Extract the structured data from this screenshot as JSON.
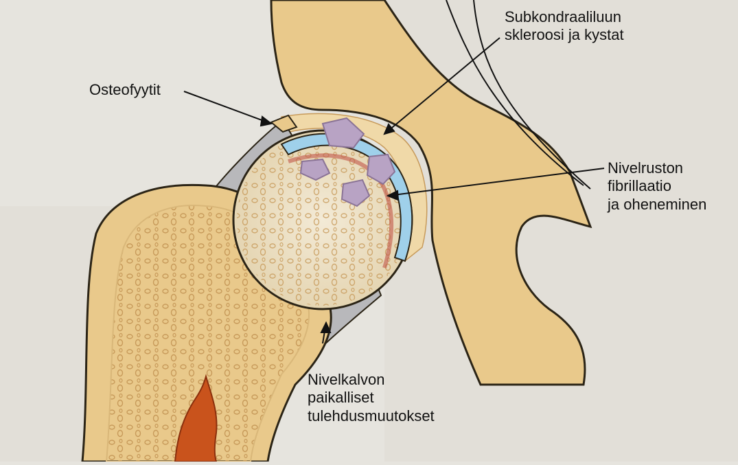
{
  "labels": {
    "osteophytes": "Osteofyytit",
    "subchondral_line1": "Subkondraaliluun",
    "subchondral_line2": "skleroosi ja kystat",
    "cartilage_line1": "Nivelruston",
    "cartilage_line2": "fibrillaatio",
    "cartilage_line3": "ja oheneminen",
    "synovium_line1": "Nivelkalvon",
    "synovium_line2": "paikalliset",
    "synovium_line3": "tulehdusmuutokset"
  },
  "colors": {
    "page_bg": "#e6e4de",
    "bone": "#e9c98b",
    "bone_outline": "#2b2416",
    "cartilage": "#9fd0ea",
    "capsule": "#b8b8bb",
    "marrow": "#c9531c",
    "cyst": "#b8a3c4"
  }
}
